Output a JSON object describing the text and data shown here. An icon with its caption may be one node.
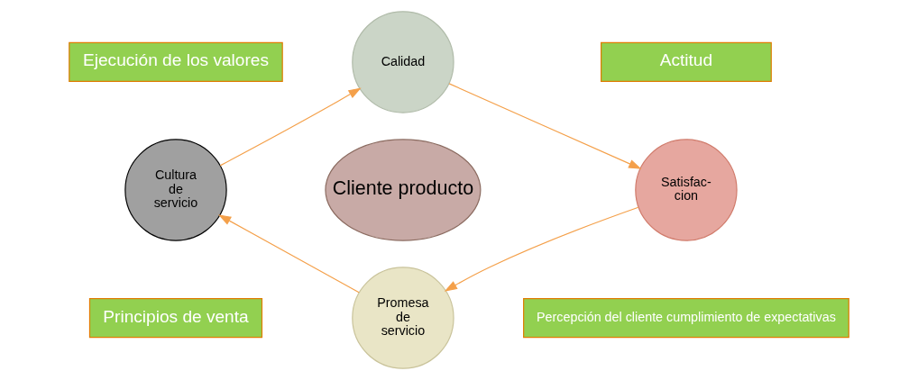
{
  "diagram": {
    "nodes": [
      {
        "text": [
          "Ejecución de los valores"
        ]
      },
      {
        "text": [
          "Calidad"
        ]
      },
      {
        "text": [
          "Actitud"
        ]
      },
      {
        "text": [
          "Cultura de servicio"
        ]
      },
      {
        "text": [
          "Cliente producto"
        ]
      },
      {
        "text": [
          "Satisfac- cion"
        ]
      },
      {
        "text": [
          "Promesa de servicio"
        ]
      },
      {
        "text": [
          "Principios de venta"
        ]
      },
      {
        "text": [
          "Percepción del cliente cumplimiento de expectativas"
        ]
      }
    ],
    "edges": [
      {
        "from": 1,
        "to": 5,
        "arrow": "to"
      },
      {
        "from": 5,
        "to": 6,
        "arrow": "to"
      },
      {
        "from": 6,
        "to": 3,
        "arrow": "to"
      },
      {
        "from": 3,
        "to": 1,
        "arrow": "to"
      }
    ]
  }
}
